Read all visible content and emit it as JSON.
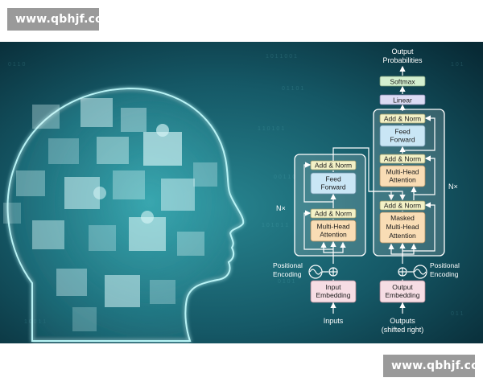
{
  "watermark": {
    "text": "www.qbhjf.com"
  },
  "colors": {
    "background_dark": "#0b2f3a",
    "background_teal": "#1f7b86",
    "glow": "#bff4f6",
    "add_norm": "#f3f1c6",
    "feed_forward": "#c9e6f5",
    "attention": "#f9ddb5",
    "embedding": "#f6dde4",
    "linear": "#dcdcf4",
    "softmax": "#d3efcf"
  },
  "icons": [
    "head-silhouette",
    "puzzle-pieces"
  ],
  "diagram": {
    "output_probabilities": [
      "Output",
      "Probabilities"
    ],
    "softmax": "Softmax",
    "linear": "Linear",
    "encoder": {
      "nx": "N×",
      "add_norm": "Add & Norm",
      "feed_forward": [
        "Feed",
        "Forward"
      ],
      "attention": [
        "Multi-Head",
        "Attention"
      ],
      "positional_encoding": [
        "Positional",
        "Encoding"
      ],
      "embedding": [
        "Input",
        "Embedding"
      ],
      "inputs": "Inputs"
    },
    "decoder": {
      "nx": "N×",
      "add_norm": "Add & Norm",
      "feed_forward": [
        "Feed",
        "Forward"
      ],
      "cross_attention": [
        "Multi-Head",
        "Attention"
      ],
      "masked_attention": [
        "Masked",
        "Multi-Head",
        "Attention"
      ],
      "positional_encoding": [
        "Positional",
        "Encoding"
      ],
      "embedding": [
        "Output",
        "Embedding"
      ],
      "outputs": [
        "Outputs",
        "(shifted right)"
      ]
    }
  }
}
